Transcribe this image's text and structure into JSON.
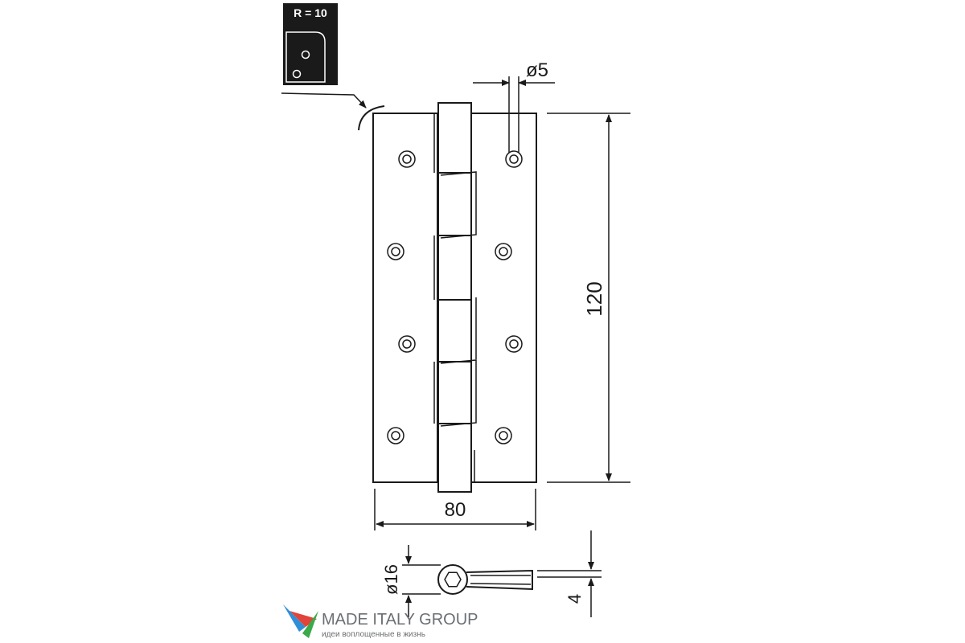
{
  "callout": {
    "radius_label": "R = 10"
  },
  "dimensions": {
    "hole_diameter": "ø5",
    "height": "120",
    "width": "80",
    "knuckle_diameter": "ø16",
    "thickness": "4"
  },
  "brand": {
    "name": "MADE ITALY GROUP",
    "tagline": "идеи воплощенные в жизнь"
  },
  "colors": {
    "ink": "#1a1a1a",
    "brand_gray": "#6b6f73",
    "logo_blue": "#2f8fd8",
    "logo_red": "#e0443a",
    "logo_green": "#3aaa4a"
  },
  "icons": {
    "logo": "made-italy-logo-icon"
  }
}
